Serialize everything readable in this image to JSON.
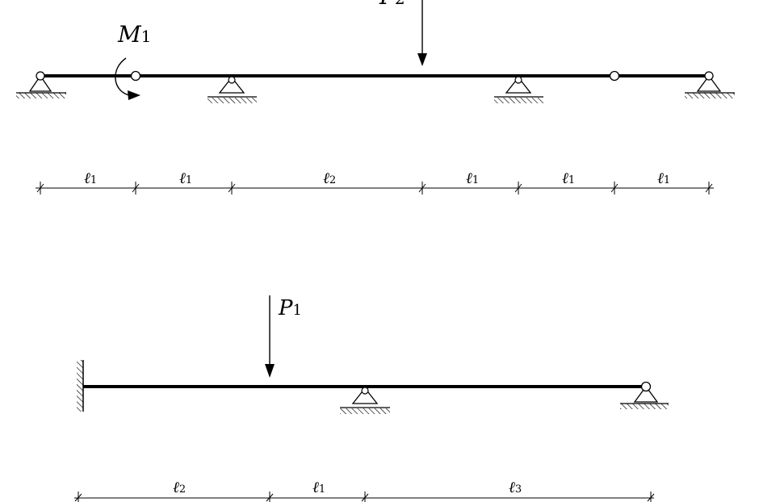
{
  "beam_top": {
    "loads": {
      "point_load": {
        "symbol": "P",
        "subscript": "2"
      },
      "moment": {
        "symbol": "M",
        "subscript": "1"
      }
    },
    "spans": [
      {
        "symbol": "ℓ",
        "subscript": "1"
      },
      {
        "symbol": "ℓ",
        "subscript": "1"
      },
      {
        "symbol": "ℓ",
        "subscript": "2"
      },
      {
        "symbol": "ℓ",
        "subscript": "1"
      },
      {
        "symbol": "ℓ",
        "subscript": "1"
      },
      {
        "symbol": "ℓ",
        "subscript": "1"
      }
    ]
  },
  "beam_bottom": {
    "loads": {
      "point_load": {
        "symbol": "P",
        "subscript": "1"
      }
    },
    "spans": [
      {
        "symbol": "ℓ",
        "subscript": "2"
      },
      {
        "symbol": "ℓ",
        "subscript": "1"
      },
      {
        "symbol": "ℓ",
        "subscript": "3"
      }
    ]
  }
}
